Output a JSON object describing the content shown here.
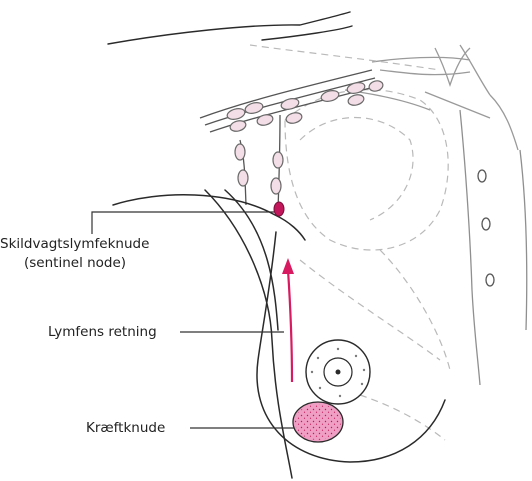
{
  "labels": {
    "sentinel_line1": "Skildvagtslymfeknude",
    "sentinel_line2": "(sentinel node)",
    "lymph_direction": "Lymfens retning",
    "tumor": "Kræftknude"
  },
  "colors": {
    "ink": "#2a2a2a",
    "dashed": "#b9b9b9",
    "node_fill": "#f3dde6",
    "node_stroke": "#6a6a6a",
    "sentinel": "#c2185b",
    "arrow": "#d81b60",
    "tumor_fill": "#ef9fc4",
    "tumor_dots": "#c2185b"
  },
  "icons": {
    "sentinel_node": "red-node-icon",
    "arrow": "arrow-up-icon",
    "tumor": "tumor-icon"
  }
}
